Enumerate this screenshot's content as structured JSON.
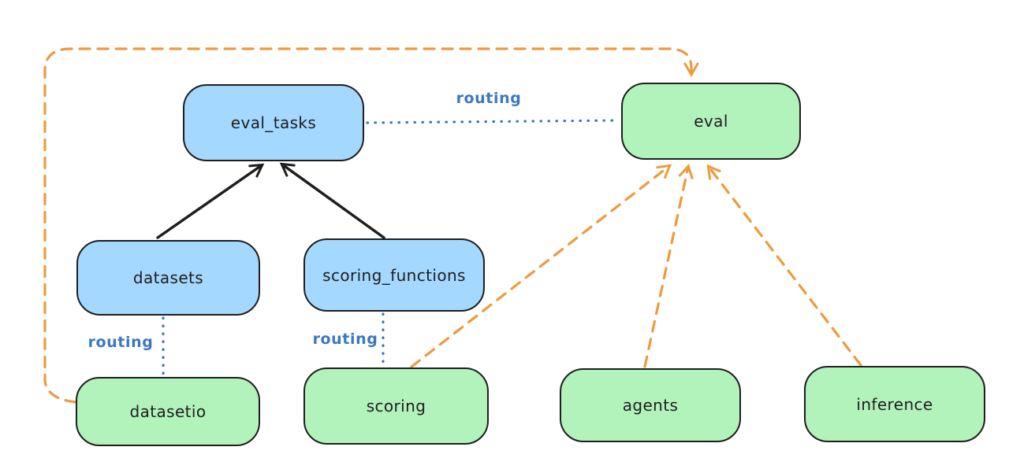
{
  "diagram": {
    "nodes": [
      {
        "id": "eval_tasks",
        "label": "eval_tasks",
        "kind": "api",
        "fill": "#a5d8ff"
      },
      {
        "id": "eval",
        "label": "eval",
        "kind": "provider",
        "fill": "#b2f2bb"
      },
      {
        "id": "datasets",
        "label": "datasets",
        "kind": "api",
        "fill": "#a5d8ff"
      },
      {
        "id": "scoring_functions",
        "label": "scoring_functions",
        "kind": "api",
        "fill": "#a5d8ff"
      },
      {
        "id": "datasetio",
        "label": "datasetio",
        "kind": "provider",
        "fill": "#b2f2bb"
      },
      {
        "id": "scoring",
        "label": "scoring",
        "kind": "provider",
        "fill": "#b2f2bb"
      },
      {
        "id": "agents",
        "label": "agents",
        "kind": "provider",
        "fill": "#b2f2bb"
      },
      {
        "id": "inference",
        "label": "inference",
        "kind": "provider",
        "fill": "#b2f2bb"
      }
    ],
    "edges": [
      {
        "from": "datasets",
        "to": "eval_tasks",
        "style": "solid-black",
        "label": ""
      },
      {
        "from": "scoring_functions",
        "to": "eval_tasks",
        "style": "solid-black",
        "label": ""
      },
      {
        "from": "eval_tasks",
        "to": "eval",
        "style": "dotted-blue",
        "label": "routing"
      },
      {
        "from": "datasets",
        "to": "datasetio",
        "style": "dotted-blue",
        "label": "routing"
      },
      {
        "from": "scoring_functions",
        "to": "scoring",
        "style": "dotted-blue",
        "label": "routing"
      },
      {
        "from": "datasetio",
        "to": "eval",
        "style": "dashed-orange",
        "label": ""
      },
      {
        "from": "scoring",
        "to": "eval",
        "style": "dashed-orange",
        "label": ""
      },
      {
        "from": "agents",
        "to": "eval",
        "style": "dashed-orange",
        "label": ""
      },
      {
        "from": "inference",
        "to": "eval",
        "style": "dashed-orange",
        "label": ""
      }
    ],
    "colors": {
      "node_stroke": "#1e1e1e",
      "blue_fill": "#a5d8ff",
      "green_fill": "#b2f2bb",
      "routing_blue": "#3b78c2",
      "arrow_orange": "#ec9b3d",
      "arrow_black": "#1e1e1e",
      "background": "#ffffff"
    }
  }
}
